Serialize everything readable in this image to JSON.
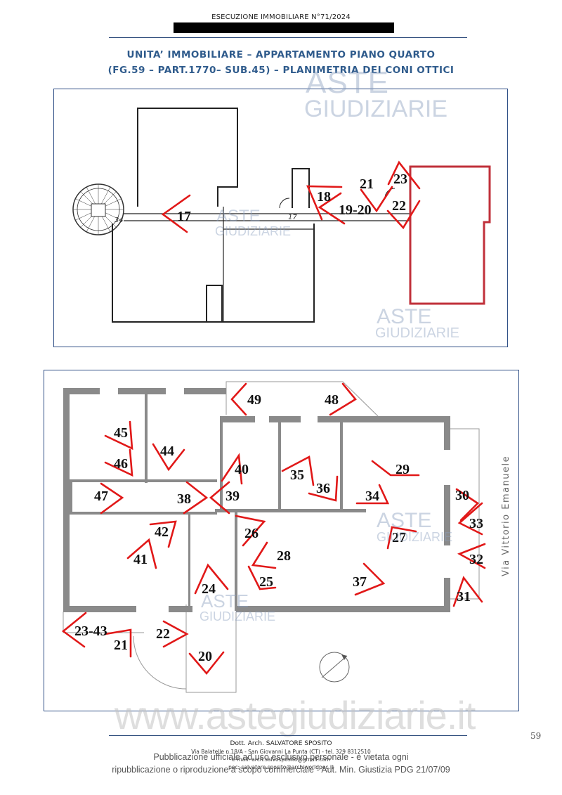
{
  "header": {
    "top_label": "ESECUZIONE IMMOBILIARE N°71/2024",
    "title_line1": "UNITA’ IMMOBILIARE – APPARTAMENTO PIANO QUARTO",
    "title_line2": "(FG.59 – PART.1770– SUB.45) – PLANIMETRIA DEI CONI OTTICI"
  },
  "watermarks": {
    "aste": "ASTE",
    "giudiziarie": "GIUDIZIARIE",
    "site": "www.astegiudiziarie.it"
  },
  "plan_top": {
    "room_numbers": [
      "34",
      "17"
    ],
    "labels": [
      {
        "text": "17"
      },
      {
        "text": "18"
      },
      {
        "text": "21"
      },
      {
        "text": "23"
      },
      {
        "text": "19-20"
      },
      {
        "text": "22"
      }
    ]
  },
  "plan_bottom": {
    "street": "Via Vittorio Emanuele",
    "labels": [
      {
        "text": "49"
      },
      {
        "text": "48"
      },
      {
        "text": "45"
      },
      {
        "text": "44"
      },
      {
        "text": "46"
      },
      {
        "text": "40"
      },
      {
        "text": "35"
      },
      {
        "text": "29"
      },
      {
        "text": "36"
      },
      {
        "text": "47"
      },
      {
        "text": "38"
      },
      {
        "text": "39"
      },
      {
        "text": "34"
      },
      {
        "text": "30"
      },
      {
        "text": "33"
      },
      {
        "text": "42"
      },
      {
        "text": "26"
      },
      {
        "text": "27"
      },
      {
        "text": "41"
      },
      {
        "text": "28"
      },
      {
        "text": "32"
      },
      {
        "text": "25"
      },
      {
        "text": "37"
      },
      {
        "text": "24"
      },
      {
        "text": "31"
      },
      {
        "text": "23-43"
      },
      {
        "text": "22"
      },
      {
        "text": "21"
      },
      {
        "text": "20"
      }
    ]
  },
  "footer": {
    "author": "Dott. Arch.  SALVATORE SPOSITO",
    "address": "Via Balatelle n.18/A - San Giovanni La Punta (CT) - tel. 329 8312510",
    "email": "e-mail:  arch.salvosposito@gmail.com",
    "pec": "pec: salvatore.sposito@archiworldpec.it",
    "notice1": "Pubblicazione ufficiale ad uso esclusivo personale - è vietata ogni",
    "notice2": "ripubblicazione o riproduzione a scopo commerciale - Aut. Min. Giustizia PDG 21/07/09"
  },
  "page_number": "59"
}
